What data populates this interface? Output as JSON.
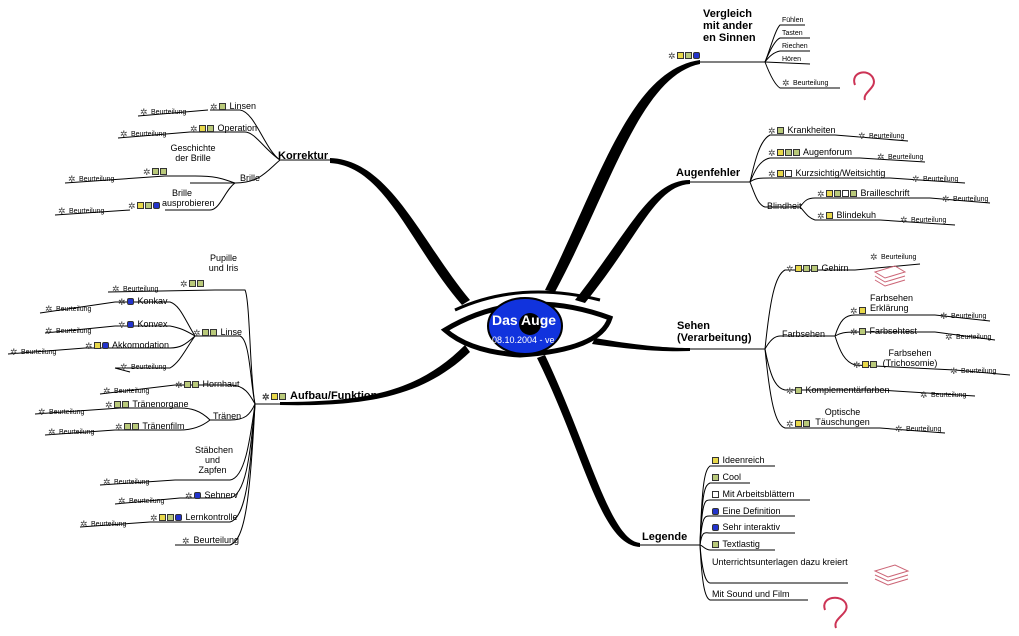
{
  "center": {
    "title": "Das Auge",
    "date": "08.10.2004 - ve"
  },
  "branches": {
    "korrektur": "Korrektur",
    "aufbau": "Aufbau/Funktion",
    "vergleich": "Vergleich mit ander en Sinnen",
    "augenfehler": "Augenfehler",
    "sehen": "Sehen (Verarbeitung)",
    "legende": "Legende"
  },
  "common": {
    "beurteilung": "Beurteilung"
  },
  "korrektur": {
    "linsen": "Linsen",
    "operation": "Operation",
    "geschichte": "Geschichte der Brille",
    "brille": "Brille",
    "ausprobieren": "Brille ausprobieren"
  },
  "aufbau": {
    "pupille": "Pupille und Iris",
    "konkav": "Konkav",
    "konvex": "Konvex",
    "akkomodation": "Akkomodation",
    "linse": "Linse",
    "hornhaut": "Hornhaut",
    "traenenorgane": "Tränenorgane",
    "traenen": "Tränen",
    "traenenfilm": "Tränenfilm",
    "staebchen": "Stäbchen und Zapfen",
    "sehnerv": "Sehnerv",
    "lernkontrolle": "Lernkontrolle"
  },
  "vergleich": {
    "fuehlen": "Fühlen",
    "tasten": "Tasten",
    "riechen": "Riechen",
    "hoeren": "Hören"
  },
  "augenfehler": {
    "krankheiten": "Krankheiten",
    "augenforum": "Augenforum",
    "kurzsichtig": "Kurzsichtig/Weitsichtig",
    "blindheit": "Blindheit",
    "brailleschrift": "Brailleschrift",
    "blindekuh": "Blindekuh"
  },
  "sehen": {
    "gehirn": "Gehirn",
    "farbsehen": "Farbsehen",
    "farbsehen_erklaerung": "Farbsehen Erklärung",
    "farbsehtest": "Farbsehtest",
    "farbsehen_trichosomie": "Farbsehen (Trichosomie)",
    "komplementaer": "Komplementärfarben",
    "optische": "Optische Täuschungen"
  },
  "legende": {
    "ideenreich": "Ideenreich",
    "cool": "Cool",
    "arbeitsblaetter": "Mit Arbeitsblättern",
    "definition": "Eine Definition",
    "interaktiv": "Sehr interaktiv",
    "textlastig": "Textlastig",
    "unterricht": "Unterrichtsunterlagen dazu kreiert",
    "sound": "Mit Sound und Film"
  },
  "colors": {
    "iris": "#1133dd",
    "lines": "#000000",
    "accent_red": "#cc3355"
  }
}
